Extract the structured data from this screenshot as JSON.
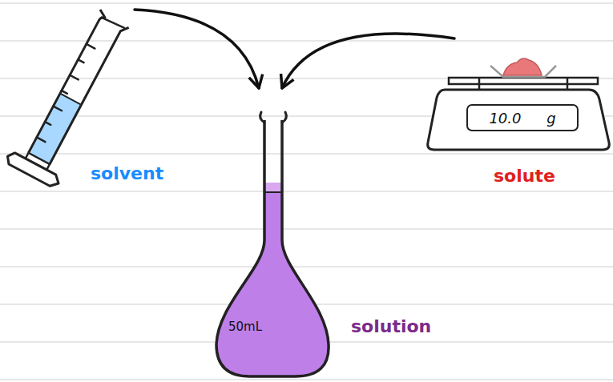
{
  "diagram": {
    "nodes": [
      {
        "text": [
          "solvent"
        ]
      },
      {
        "text": [
          "50mL",
          "solution"
        ]
      },
      {
        "text": [
          "solute"
        ]
      },
      {
        "text": [
          "10.0 g"
        ],
        "in": 2
      }
    ],
    "edges": [
      {
        "from": 0,
        "to": 1,
        "arrow": "to"
      },
      {
        "from": 2,
        "to": 1,
        "arrow": "to"
      }
    ]
  }
}
